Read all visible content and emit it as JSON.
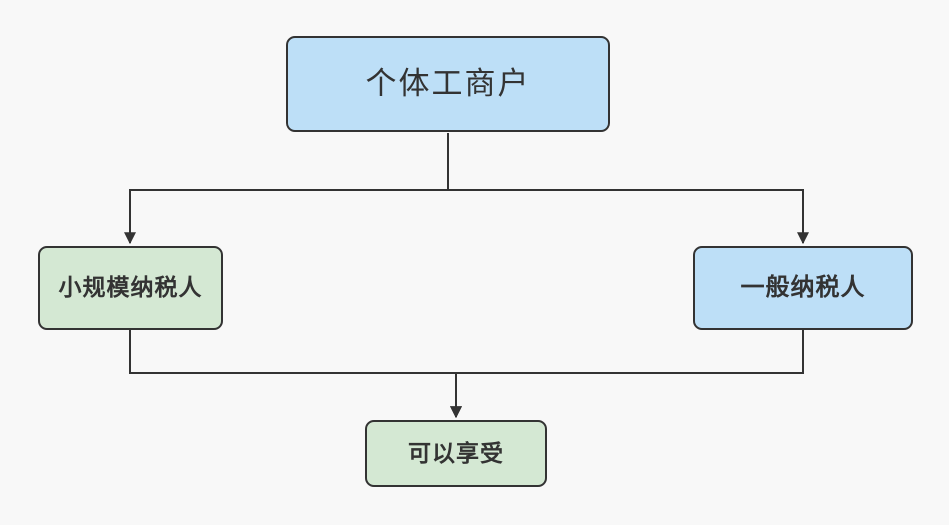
{
  "diagram": {
    "background_color": "#f8f8f8",
    "stroke_color": "#333333",
    "text_color": "#333333",
    "nodes": [
      {
        "id": "root",
        "label": "个体工商户",
        "fill": "#bddff7",
        "shape": "rounded-rectangle"
      },
      {
        "id": "small-scale-taxpayer",
        "label": "小规模纳税人",
        "fill": "#d4e8d3",
        "shape": "rounded-rectangle"
      },
      {
        "id": "general-taxpayer",
        "label": "一般纳税人",
        "fill": "#bddff7",
        "shape": "rounded-rectangle"
      },
      {
        "id": "benefit",
        "label": "可以享受",
        "fill": "#d4e8d3",
        "shape": "rounded-rectangle"
      }
    ],
    "edges": [
      {
        "from": "root",
        "to": "small-scale-taxpayer",
        "arrow": "end"
      },
      {
        "from": "root",
        "to": "general-taxpayer",
        "arrow": "end"
      },
      {
        "from": "small-scale-taxpayer",
        "to": "benefit",
        "arrow": "end"
      },
      {
        "from": "general-taxpayer",
        "to": "benefit",
        "arrow": "end"
      }
    ]
  }
}
